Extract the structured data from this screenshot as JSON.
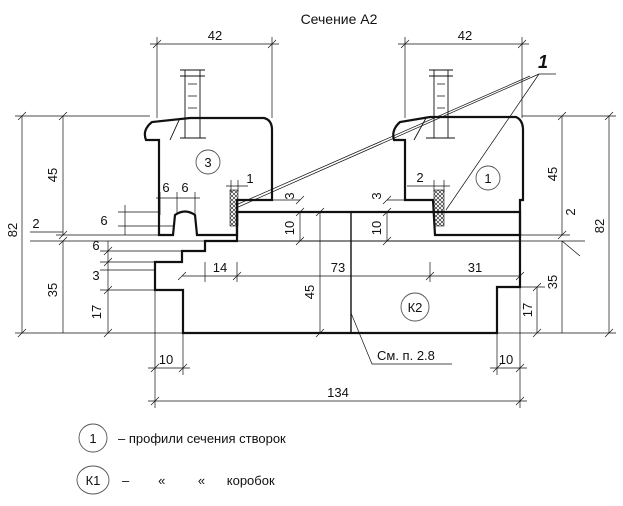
{
  "title": "Сечение А2",
  "callout_number": "1",
  "profile_labels": {
    "left_sash": "3",
    "right_sash": "1",
    "frame": "К2"
  },
  "dimensions": {
    "left_top_width": "42",
    "right_top_width": "42",
    "left_sash_height": "45",
    "right_sash_height": "45",
    "overall_height_left": "82",
    "overall_height_right": "82",
    "gap_left": "2",
    "gap_right": "2",
    "groove_a": "6",
    "groove_b": "6",
    "step_left": "6",
    "seal_left": "1",
    "seal_right": "2",
    "rebate_left": "3",
    "rebate_right": "3",
    "rebate_depth_left": "10",
    "rebate_depth_right": "10",
    "frame_step_6": "6",
    "frame_step_3": "3",
    "frame_height_left": "35",
    "frame_height_right": "35",
    "frame_lower_left": "17",
    "frame_lower_right": "17",
    "inner_14": "14",
    "inner_73": "73",
    "inner_31": "31",
    "frame_depth": "45",
    "bottom_left": "10",
    "bottom_right": "10",
    "overall_width": "134"
  },
  "note": "См. п. 2.8",
  "legend": [
    {
      "symbol": "1",
      "text": "– профили сечения створок"
    },
    {
      "symbol": "К1",
      "text": "–        «         «      коробок"
    }
  ]
}
